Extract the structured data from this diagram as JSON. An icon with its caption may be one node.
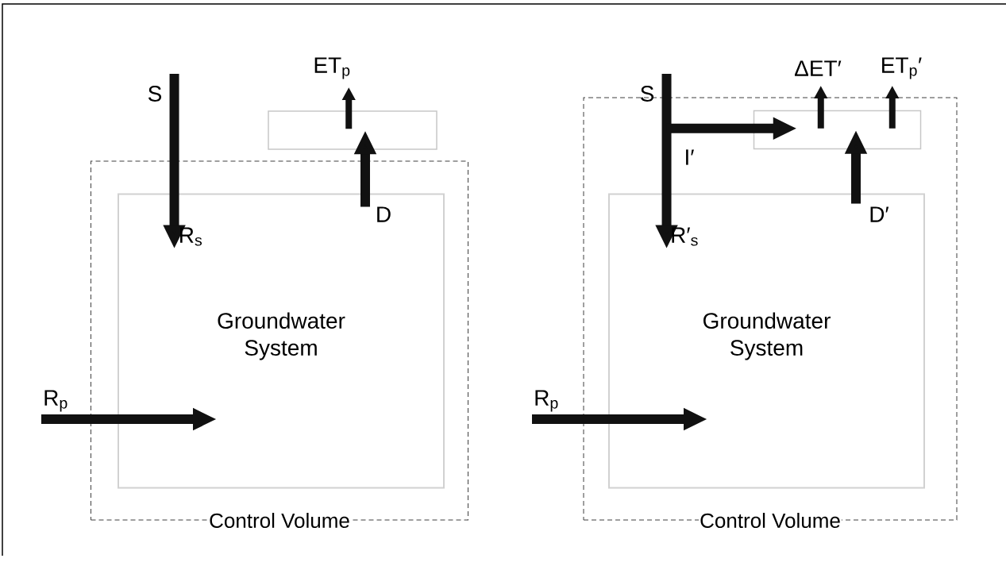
{
  "diagram": {
    "nodes": [
      {
        "text": [
          "Control Volume"
        ]
      },
      {
        "text": [
          "Groundwater System"
        ],
        "in": 0
      },
      {
        "text": [
          "S"
        ]
      },
      {
        "text": [],
        "shape": "box"
      },
      {
        "text": [
          "Control Volume"
        ]
      },
      {
        "text": [
          "Groundwater System"
        ],
        "in": 4
      },
      {
        "text": [],
        "shape": "box",
        "in": 4
      },
      {
        "text": [
          "S"
        ]
      }
    ],
    "edges": [
      {
        "from": 2,
        "to": 1,
        "arrow": "to",
        "label": "R$_{s}$"
      },
      {
        "from": 3,
        "to": null,
        "arrow": "to",
        "label": "ET$_{p}$"
      },
      {
        "from": 1,
        "to": 3,
        "arrow": "to",
        "label": "D"
      },
      {
        "from": null,
        "to": 1,
        "arrow": "to",
        "label": "R$_{p}$"
      },
      {
        "from": 7,
        "to": 5,
        "arrow": "to",
        "label": "R′$_{s}$"
      },
      {
        "from": 7,
        "to": 6,
        "arrow": "to",
        "label": "I′"
      },
      {
        "from": 6,
        "to": null,
        "arrow": "to",
        "label": "ΔET′"
      },
      {
        "from": 6,
        "to": null,
        "arrow": "to",
        "label": "ET$_{p}$′"
      },
      {
        "from": 5,
        "to": 6,
        "arrow": "to",
        "label": "D′"
      },
      {
        "from": null,
        "to": 5,
        "arrow": "to",
        "label": "R$_{p}$"
      }
    ]
  }
}
